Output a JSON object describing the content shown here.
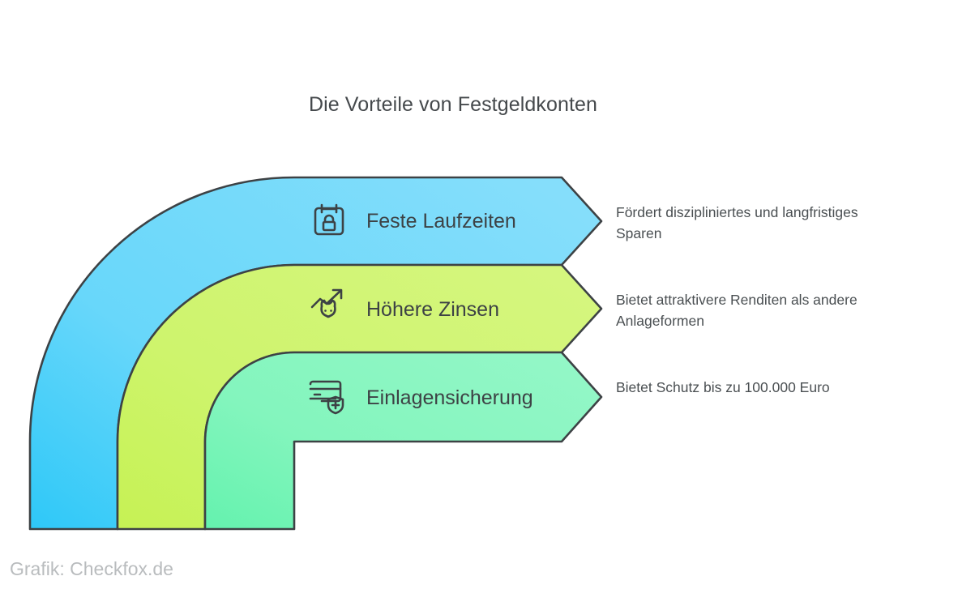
{
  "title": "Die Vorteile von Festgeldkonten",
  "footer": {
    "credit": "Grafik: Checkfox.de"
  },
  "colors": {
    "band_blue": "#7cdbfa",
    "band_blue_deep": "#3ecbf8",
    "band_green": "#cdf46a",
    "band_green_deep": "#c2f050",
    "band_mint": "#84f5bd",
    "band_mint_deep": "#5af0a8",
    "outline": "#3d4245",
    "title_text": "#45494c",
    "body_text": "#4a4f52",
    "footer_text": "#b9bcbe",
    "background": "#ffffff"
  },
  "bands": [
    {
      "id": "feste-laufzeiten",
      "label": "Feste Laufzeiten",
      "icon": "calendar-lock-icon",
      "color": "#7cdbfa",
      "description": "Fördert diszipliniertes und langfristiges Sparen"
    },
    {
      "id": "hoehere-zinsen",
      "label": "Höhere Zinsen",
      "icon": "bull-market-trend-icon",
      "color": "#cdf46a",
      "description": "Bietet attraktivere Renditen als andere Anlageformen"
    },
    {
      "id": "einlagensicherung",
      "label": "Einlagensicherung",
      "icon": "card-shield-plus-icon",
      "color": "#84f5bd",
      "description": "Bietet Schutz bis zu 100.000 Euro"
    }
  ]
}
